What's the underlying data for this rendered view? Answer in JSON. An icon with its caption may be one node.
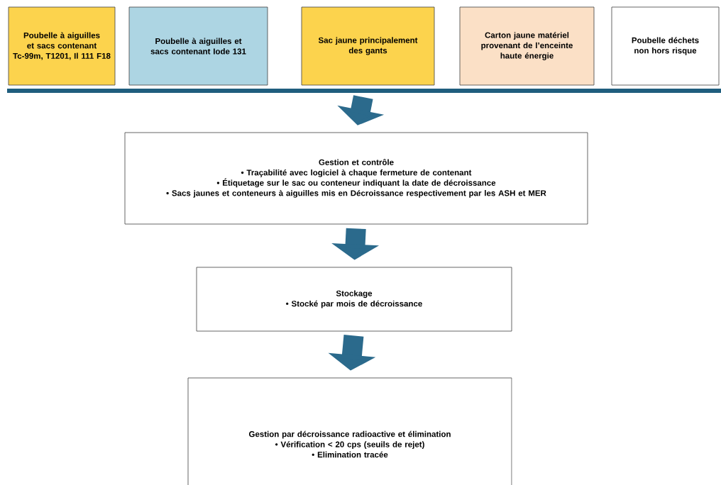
{
  "diagram": {
    "nodes": [
      {
        "text": [
          "Poubelle à aiguilles et sacs contenant Tc-99m, T1201, Il 111 F18"
        ]
      },
      {
        "text": [
          "Poubelle à aiguilles et sacs contenant Iode 131"
        ]
      },
      {
        "text": [
          "Sac jaune principalement des gants"
        ]
      },
      {
        "text": [
          "Carton jaune matériel provenant de l’enceinte haute énergie"
        ]
      },
      {
        "text": [
          "Poubelle déchets non hors risque"
        ]
      },
      {
        "text": [],
        "shape": "bar"
      },
      {
        "text": [
          "Gestion et contrôle",
          "• Traçabilité avec logiciel à chaque fermeture de contenant",
          "• Étiquetage sur le sac ou conteneur  indiquant la date de décroissance",
          "• Sacs jaunes et conteneurs à aiguilles mis en Décroissance respectivement par les ASH et MER"
        ]
      },
      {
        "text": [
          "Stockage",
          "• Stocké par mois de décroissance"
        ]
      },
      {
        "text": [
          "Gestion par décroissance radioactive et élimination",
          "• Vérification < 20 cps (seuils de rejet)",
          "• Elimination tracée"
        ]
      }
    ],
    "edges": [
      {
        "from": 5,
        "to": 6,
        "arrow": "to"
      },
      {
        "from": 6,
        "to": 7,
        "arrow": "to"
      },
      {
        "from": 7,
        "to": 8,
        "arrow": "to"
      }
    ]
  }
}
